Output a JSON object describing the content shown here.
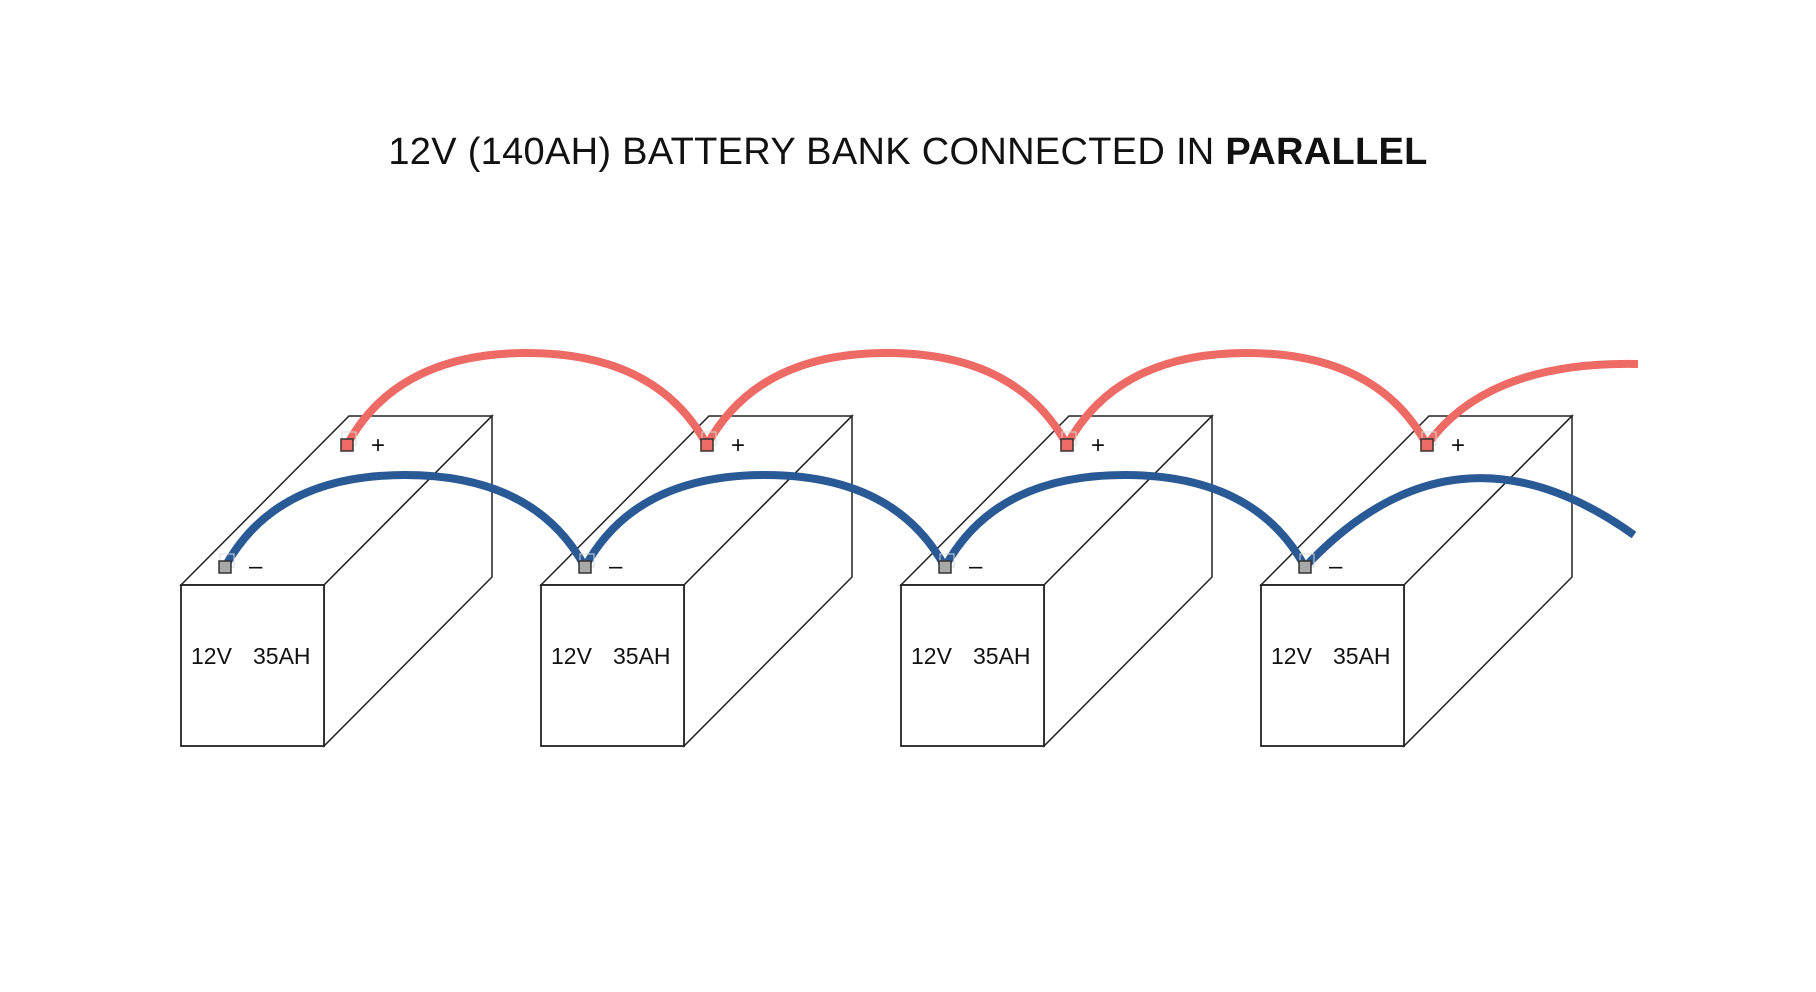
{
  "title": {
    "prefix": "12V (140AH) BATTERY BANK CONNECTED IN ",
    "emphasis": "PARALLEL"
  },
  "batteries": [
    {
      "voltage": "12V",
      "capacity": "35AH",
      "positive_symbol": "+",
      "negative_symbol": "–"
    },
    {
      "voltage": "12V",
      "capacity": "35AH",
      "positive_symbol": "+",
      "negative_symbol": "–"
    },
    {
      "voltage": "12V",
      "capacity": "35AH",
      "positive_symbol": "+",
      "negative_symbol": "–"
    },
    {
      "voltage": "12V",
      "capacity": "35AH",
      "positive_symbol": "+",
      "negative_symbol": "–"
    }
  ],
  "colors": {
    "positive_wire": "#ee6a64",
    "negative_wire": "#2a5a95",
    "positive_terminal": "#ee6a64",
    "negative_terminal": "#a8a8a8",
    "outline": "#222222"
  }
}
